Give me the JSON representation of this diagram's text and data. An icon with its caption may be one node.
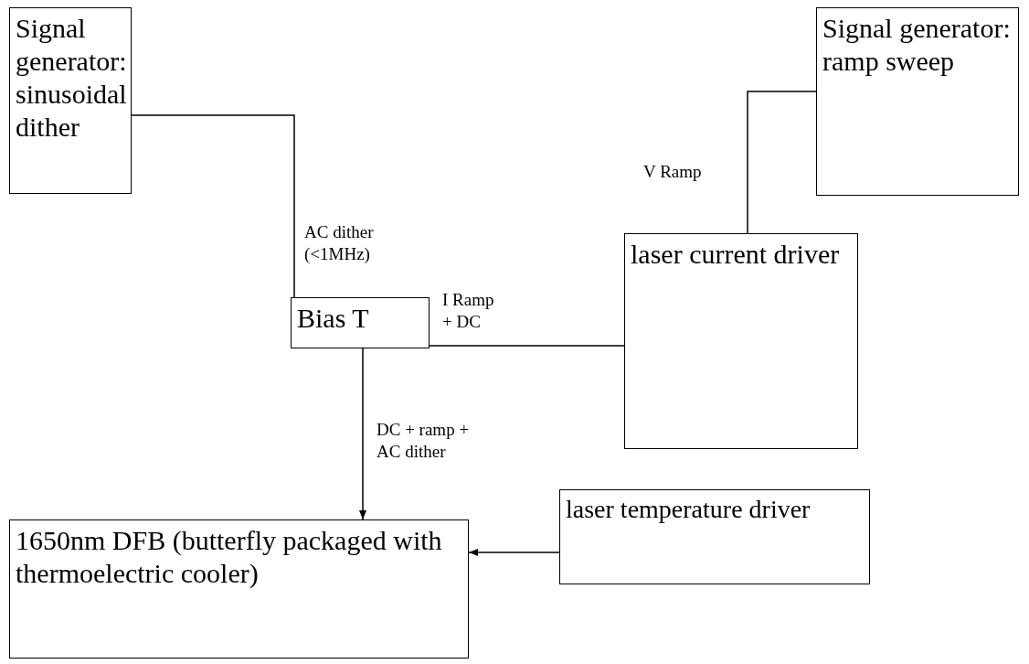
{
  "diagram": {
    "nodes": [
      {
        "text": [
          "Signal generator: sinusoidal dither"
        ]
      },
      {
        "text": [
          "Signal generator: ramp sweep"
        ]
      },
      {
        "text": [
          "Bias T"
        ]
      },
      {
        "text": [
          "laser current driver"
        ]
      },
      {
        "text": [
          "1650nm DFB (butterfly packaged with thermoelectric cooler)"
        ]
      },
      {
        "text": [
          "laser temperature driver"
        ]
      }
    ],
    "edges": [
      {
        "from": 0,
        "to": 2,
        "arrow": "none",
        "label": "AC dither (<1MHz)"
      },
      {
        "from": 1,
        "to": 3,
        "arrow": "none",
        "label": "V Ramp"
      },
      {
        "from": 2,
        "to": 3,
        "arrow": "none",
        "label": "I Ramp + DC"
      },
      {
        "from": 2,
        "to": 4,
        "arrow": "to",
        "label": "DC + ramp + AC dither"
      },
      {
        "from": 5,
        "to": 4,
        "arrow": "to"
      }
    ]
  }
}
